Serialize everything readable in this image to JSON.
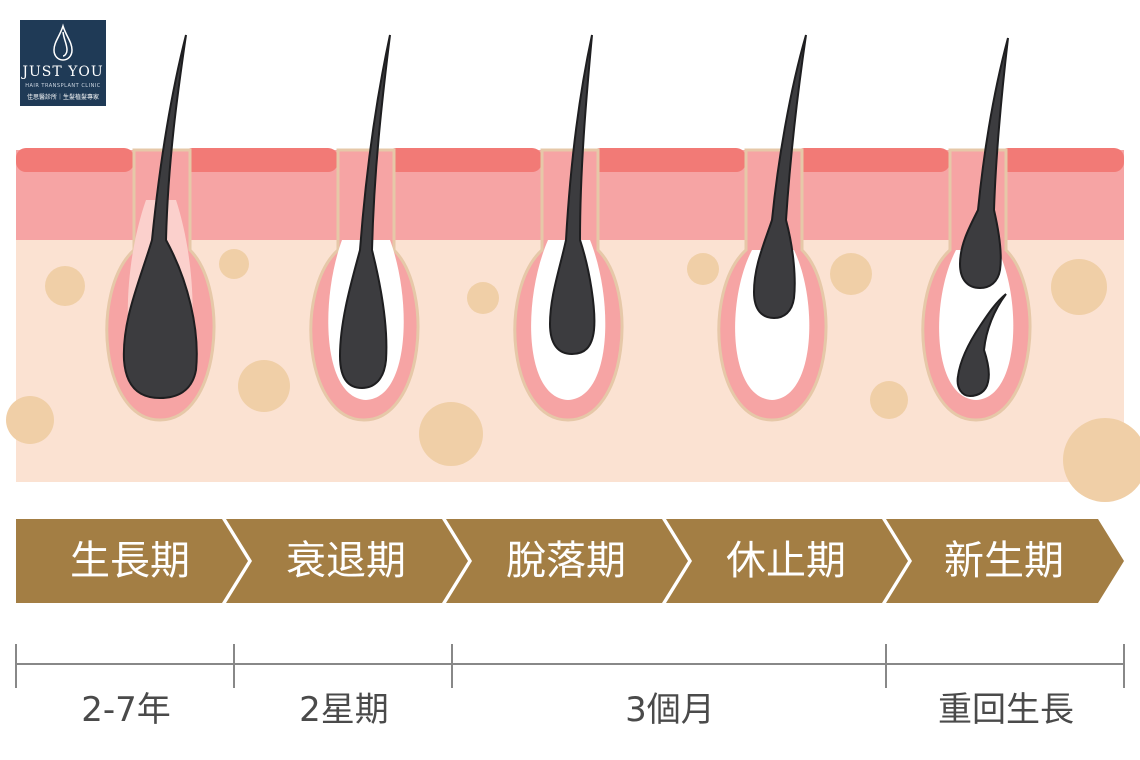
{
  "logo": {
    "brand": "JUST YOU",
    "tagline": "HAIR TRANSPLANT CLINIC",
    "subtitle": "佳思醫診所｜生髮植髮專家"
  },
  "stages": [
    {
      "label": "生長期"
    },
    {
      "label": "衰退期"
    },
    {
      "label": "脫落期"
    },
    {
      "label": "休止期"
    },
    {
      "label": "新生期"
    }
  ],
  "durations": [
    {
      "label": "2-7年"
    },
    {
      "label": "2星期"
    },
    {
      "label": "3個月"
    },
    {
      "label": "重回生長"
    }
  ],
  "colors": {
    "stage_bar": "#a37e44",
    "skin_top": "#f27a76",
    "skin_pink": "#f6a4a4",
    "dermis": "#fbe2d2",
    "fat_dot": "#f0cfa7",
    "hair": "#3c3c3f",
    "logo_bg": "#1f3a56",
    "timeline": "#888888"
  }
}
